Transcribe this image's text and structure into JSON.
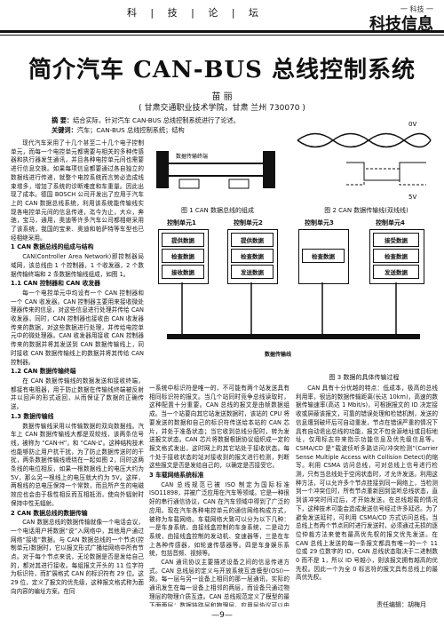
{
  "header": {
    "column": "科 | 技 | 论 | 坛",
    "logo_top": "一 科技 一",
    "logo_main": "科技信息"
  },
  "title": "简介汽车 CAN-BUS 总线控制系统",
  "author": "苗 丽",
  "affiliation": "( 甘肃交通职业技术学院，甘肃 兰州 730070 )",
  "abstract": {
    "label": "摘 要：",
    "text": "结合实际，针对汽车 CAN-BUS 总线控制系统进行了论述。",
    "kw_label": "关键词：",
    "kw_text": "汽车；CAN-BUS 总线控制系统；结构"
  },
  "fig1": {
    "caption": "图 1  CAN 数据总线的组成",
    "line_label": "数据传输终端",
    "vol_top": "0V",
    "vol_bottom": "5V",
    "caption2": "图 2  CAN 数据传输线(双线线)"
  },
  "fig3": {
    "caption": "图 3  数据的具体传输过程",
    "units": [
      "控制单元1",
      "控制单元2",
      "控制单元3",
      "控制单元4"
    ],
    "rows": {
      "u1": [
        "提供数据",
        "检查数据",
        "接收数据"
      ],
      "u2": [
        "提供数据",
        "检查数据",
        "发送数据"
      ],
      "u3": [
        "检查数据"
      ],
      "u4": [
        "接受数据",
        "检查数据",
        "发送数据"
      ]
    },
    "bus_label": "数据传输线"
  },
  "col1": {
    "p1": "现代汽车采用了十几个甚至二十几个电子控制单元，而每一个电控单元都需要与相关的多种传感器和执行器发生通讯，并且各种电控单元间也需要进行信息交换。如果每项信息都要通过各自独立的数据线进行传递，就整个电控系统而言势必造成线束增多，增加了系统的诊断难度和车重量。因此出现了成本。德国 BOSCH 公司开发出了应用于汽车上的 CAN 数据总线系统，利用该系统能传输线实现各电控单元间的信息传递，迄今为止，大众，奔驰，宝马，通用，奥迪等许多汽车公司都相继采用了该系统，我国的宝来、奥迪和帕萨特等车型也已经相继采用。",
    "h1": "1 CAN 数据总线的组成与结构",
    "p2": "CAN(Controller Area Network)即控制器局域网，该总线由 1 个控制器，1 个收发器，2 个数据传输终端和 2 条数据传输线组成，如图 1。",
    "h11": "1.1 CAN 控制器和 CAN 收发器",
    "p3": "每一个电控单元中均设有一个 CAN 控制器和一个 CAN 收发器。CAN 控制器主要用来接收微处理器传来的信息，对这些信息进行处理并传给 CAN 收发器，同时，CAN 控制器也接收由 CAN 收发器传来的数据，对这些数据进行处理，并传给电控单元中的微处理器。CAN 收发器用接收 CAN 控制器传来的数据并将其发送到 CAN 数据传输线上，同时接收 CAN 数据传输线上的数据并将其传给 CAN 控制器。",
    "h12": "1.2 CAN 数据传输终端",
    "p4": "在 CAN 数据传输线的数据发送和接收终端，都接有电阻器，用于防止数据在传输线终端被反射并以回声的形式返回，从而保证了数据的正确传送。",
    "h13": "1.3 数据传输线",
    "p5": "数据传输线采用以传输数据的双向数据线。汽车上 CAN 数据传输线大都是双绞线，该两条信号线，被称为 “CAN-H”，和 “CAN-L”。这种结构技术也能够防止用户抗干扰，为了防止数据传送时的干扰，两条数据传输线缠绕在一起如图 2，同时这两条线的电位相反，如果一根数据线上的电压大约为 5V，那么另一根线上的电压就大约为 5V。这样，两根线的总电压保持一个常数，而且所产生的电磁效应也会由于极性相反而互相抵消，使向外辐射时保持中性无辐射。",
    "h2": "2 CAN 数据总线的数据传输",
    "p6": "CAN 数据总线的数据传输就像一个电话会议，一个电话用户将数据“说”入网络中，其他用户通过网络“接收”数据。与 CAN 数据总线的一个节点(控制单元)数据时，它以报文形式广播给网络中所有节点。对于每个节点来说，无论数据是否是发给自己的，都对其进行接收。每组报文开头的 11 位字符为标识符，而扩展格式 CAN 的标识符有 29 位。这 29 位，定义了报文的优先级，这种报文格式称为面向内容的编址方案。在同"
  },
  "col2": {
    "p1": "一系统中标识符是唯一的，不可能有两个站发送具有相同标识符的报文。当几个站同时竞争总线读取时，这种配置十分重要。CAN 总线的报文是由帧数据组成。当一个站要向其它站发送数据时，该站的 CPU 将要发送的数据和自己的标识符传送给本站的 CAN 芯片，并处于准备状态；当它收到总线分配时，转为发送报文状态。CAN 芯片将数据根据协议组织成一定的报文格式发出，这时网上的其它站处于接收状态。每个处于接收状态的站对接收到的报文进行检测，判断这些报文是否是发给自己的，以确定是否接受它。",
    "h3": "3 车载网络系统标准",
    "p2": "CAN 总线规范已被 ISO 制定为国际标准 ISO11898，并被广泛应用在汽车等领域。它是一种很好的串行通信协议，CAN 在汽车领域中得到了广泛的应用。现在汽车各种电控单元的通信网络构成方式，被称为车载网络。车载网络大致可以分为以下几种：一是车身系统，由接线盒控制的车身系统，二是动力系统，由接线盒控制的发动机、变速器等，三是在车上各种传感器，如轮速传感器等。四是车身娱乐系统，包括音频、视频等。",
    "p3": "CAN 通讯协议主要描述设备之间的信息传递方式。CAN 总线层的定义与开放系统互连模型(OSI)一致。每一层与另一设备上相同的那一层通讯，实际的通讯发生在每一设备上相邻的两层，而设备只通过物理层的物理介质互连。CAN 总线规范定义了模型的最下面两层：数据链路层和物理层。应用层协议可以由 CAN 用户定义成适合工业领域的任何方案。"
  },
  "col3": {
    "p1": "CAN 具有十分优越的特点：低成本，极高的总线利用率，很远的数据传输距离(长达 10km)，高速的数据传输速率(高达 1 Mbit/s)，可根据报文的 ID 决定接收或屏蔽该报文，可靠的错误处理和检错机制，发送的信息遭到破坏后可自动重发，节点在错误严重的情况下具有自动退出总线的功能，报文不包含源地址或目标地址，仅用标志符来指示功能信息及优先级信息等。CSMA/CD 是“载波侦听多路访问/冲突检测”(Carrier Sense Multiple Access with Collision Detect)的缩写。利用 CSMA 访问总线，可对总线上信号进行检测，只有当总线处于空闲状态时，才允许发送。利用这种方法，可以允许多个节点挂接到同一网络上，当检测到一个冲突位时，所有节点重新回到监听总线状态，直到该冲突时间过后，才开始发送。在总线超载的情况下，这种技术可能会造成发送信号经过许多延迟。为了避免发送延时，可利用 CSMA/CD 方式访问总线。当总线上有两个节点同时进行发送时，必须通过无损的逐位仲裁方法来使有最高优先权的报文优先发送。在 CAN 总线上发送的每一条报文都具有唯一的一个 11 位或 29 位数字的 ID，CAN 总线状态取决于二进制数 0 而不是 1，所以 ID 号越小，则该报文拥有越高的优先权。因此一个为全 0 标志符的报文具有总线上的最高优先权。"
  },
  "editor": "责任编辑：胡梅月",
  "footer": "—9—"
}
